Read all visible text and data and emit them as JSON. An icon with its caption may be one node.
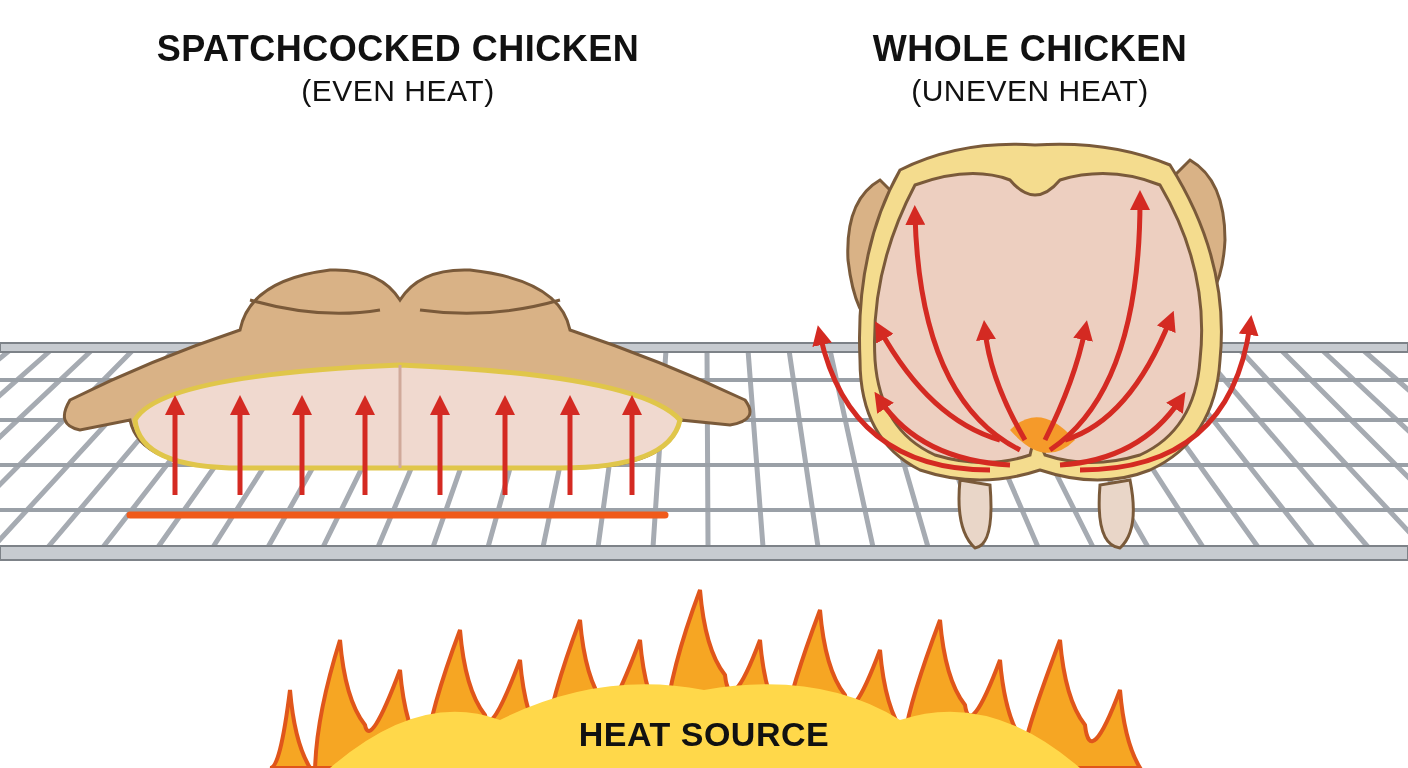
{
  "diagram": {
    "labels": [
      "SPATCHCOCKED CHICKEN",
      "(EVEN HEAT)",
      "WHOLE CHICKEN",
      "(UNEVEN HEAT)",
      "HEAT SOURCE"
    ]
  }
}
